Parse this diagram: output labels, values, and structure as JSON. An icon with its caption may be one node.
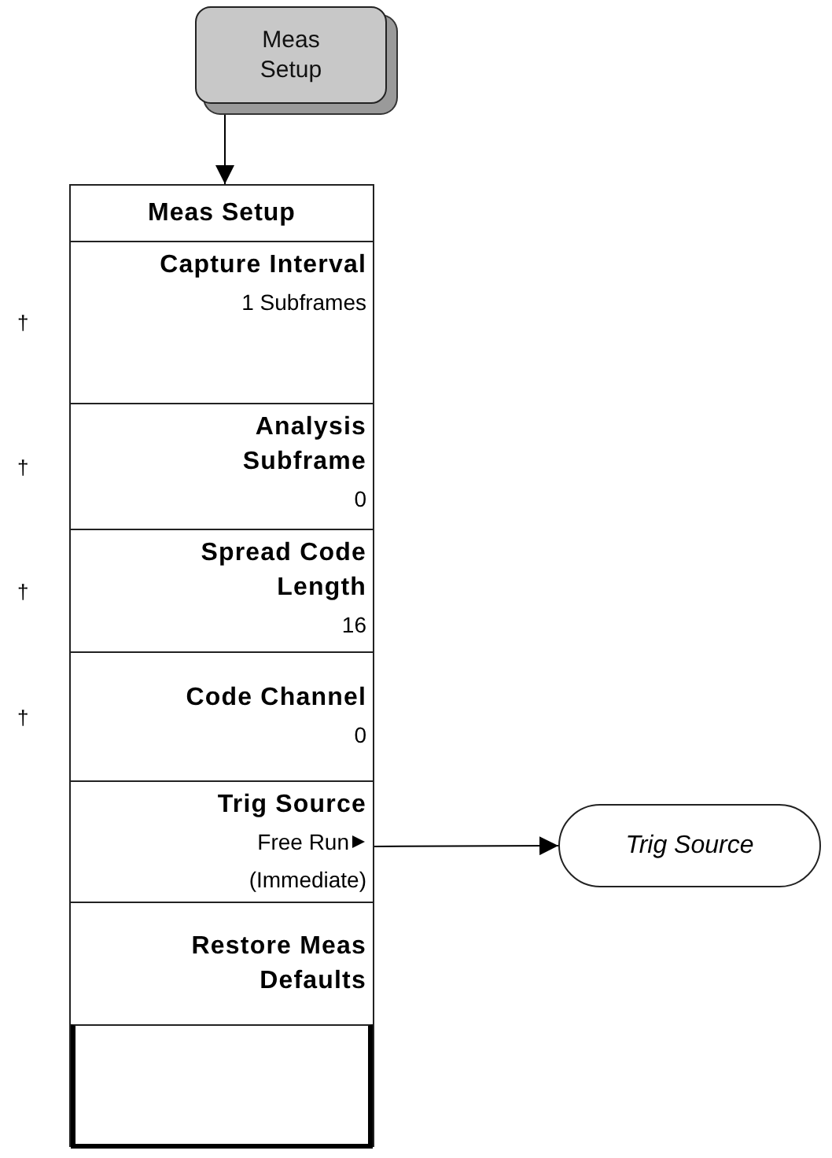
{
  "diagram": {
    "nodes": [
      {
        "text": [
          "Meas Setup"
        ]
      },
      {
        "text": [
          "Meas Setup"
        ]
      },
      {
        "text": [
          "Capture Interval",
          "1 Subframes"
        ],
        "in": 1,
        "beside": [
          "†"
        ]
      },
      {
        "text": [
          "Analysis Subframe",
          "0"
        ],
        "in": 1,
        "beside": [
          "†"
        ]
      },
      {
        "text": [
          "Spread Code Length",
          "16"
        ],
        "in": 1,
        "beside": [
          "†"
        ]
      },
      {
        "text": [
          "Code Channel",
          "0"
        ],
        "in": 1,
        "beside": [
          "†"
        ]
      },
      {
        "text": [
          "Trig Source",
          "Free Run",
          "(Immediate)"
        ],
        "in": 1
      },
      {
        "text": [
          "Restore Meas Defaults"
        ],
        "in": 1
      },
      {
        "text": [],
        "shape": "box",
        "in": 1
      },
      {
        "text": [
          "Trig Source"
        ]
      }
    ],
    "edges": [
      {
        "from": 0,
        "to": 1,
        "arrow": "to"
      },
      {
        "from": 6,
        "to": 9,
        "arrow": "to"
      }
    ]
  }
}
